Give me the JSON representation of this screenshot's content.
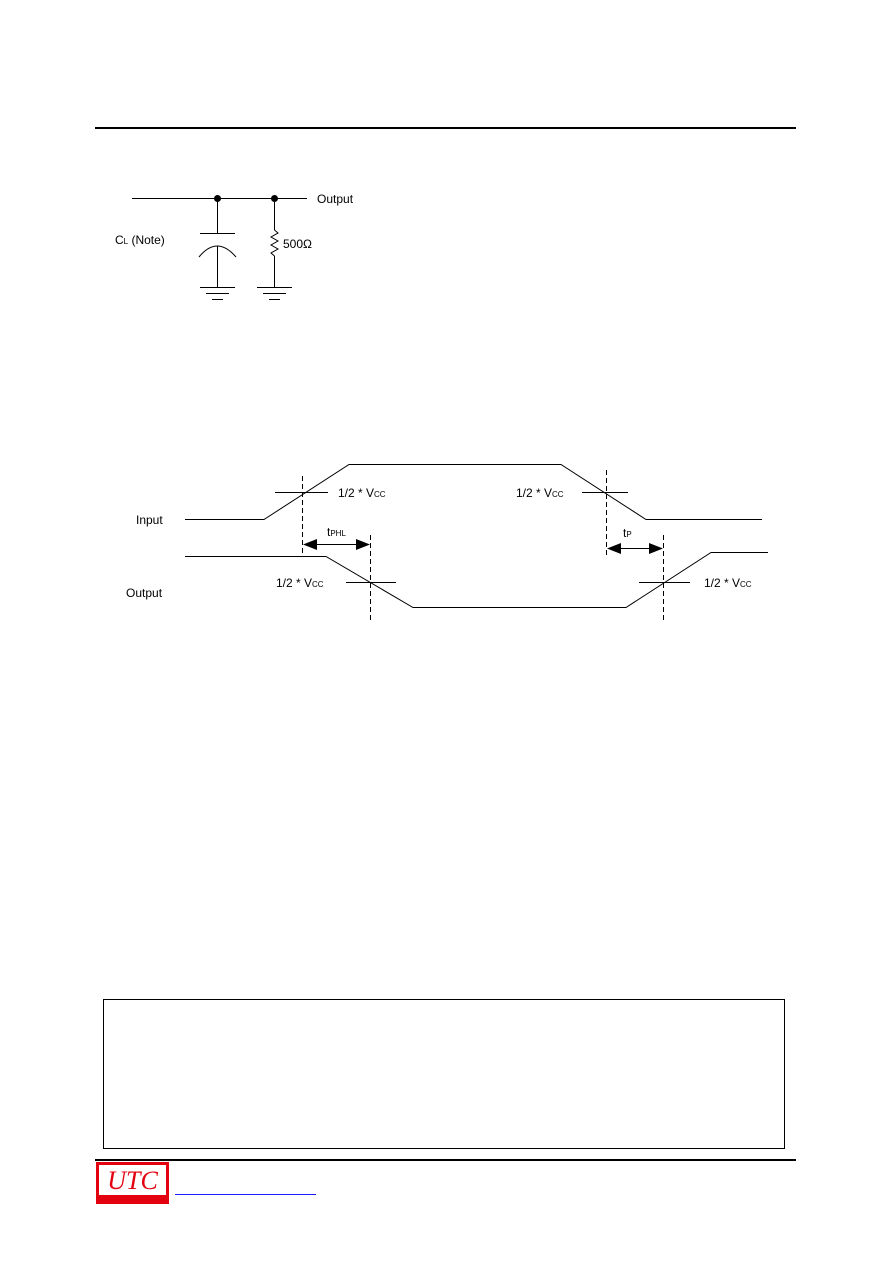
{
  "load_circuit": {
    "output_label": "Output",
    "cap_label_main": "C",
    "cap_label_sub": "L",
    "cap_label_rest": " (Note)",
    "resistor_label": "500Ω"
  },
  "timing_diagram": {
    "input_label": "Input",
    "output_label": "Output",
    "half_vcc_prefix": "1/2 * V",
    "half_vcc_sub": "CC",
    "tphl_main": "t",
    "tphl_sub": "PHL",
    "tplh_main": "t",
    "tplh_sub": "P"
  },
  "footer": {
    "logo_text": "UTC"
  }
}
